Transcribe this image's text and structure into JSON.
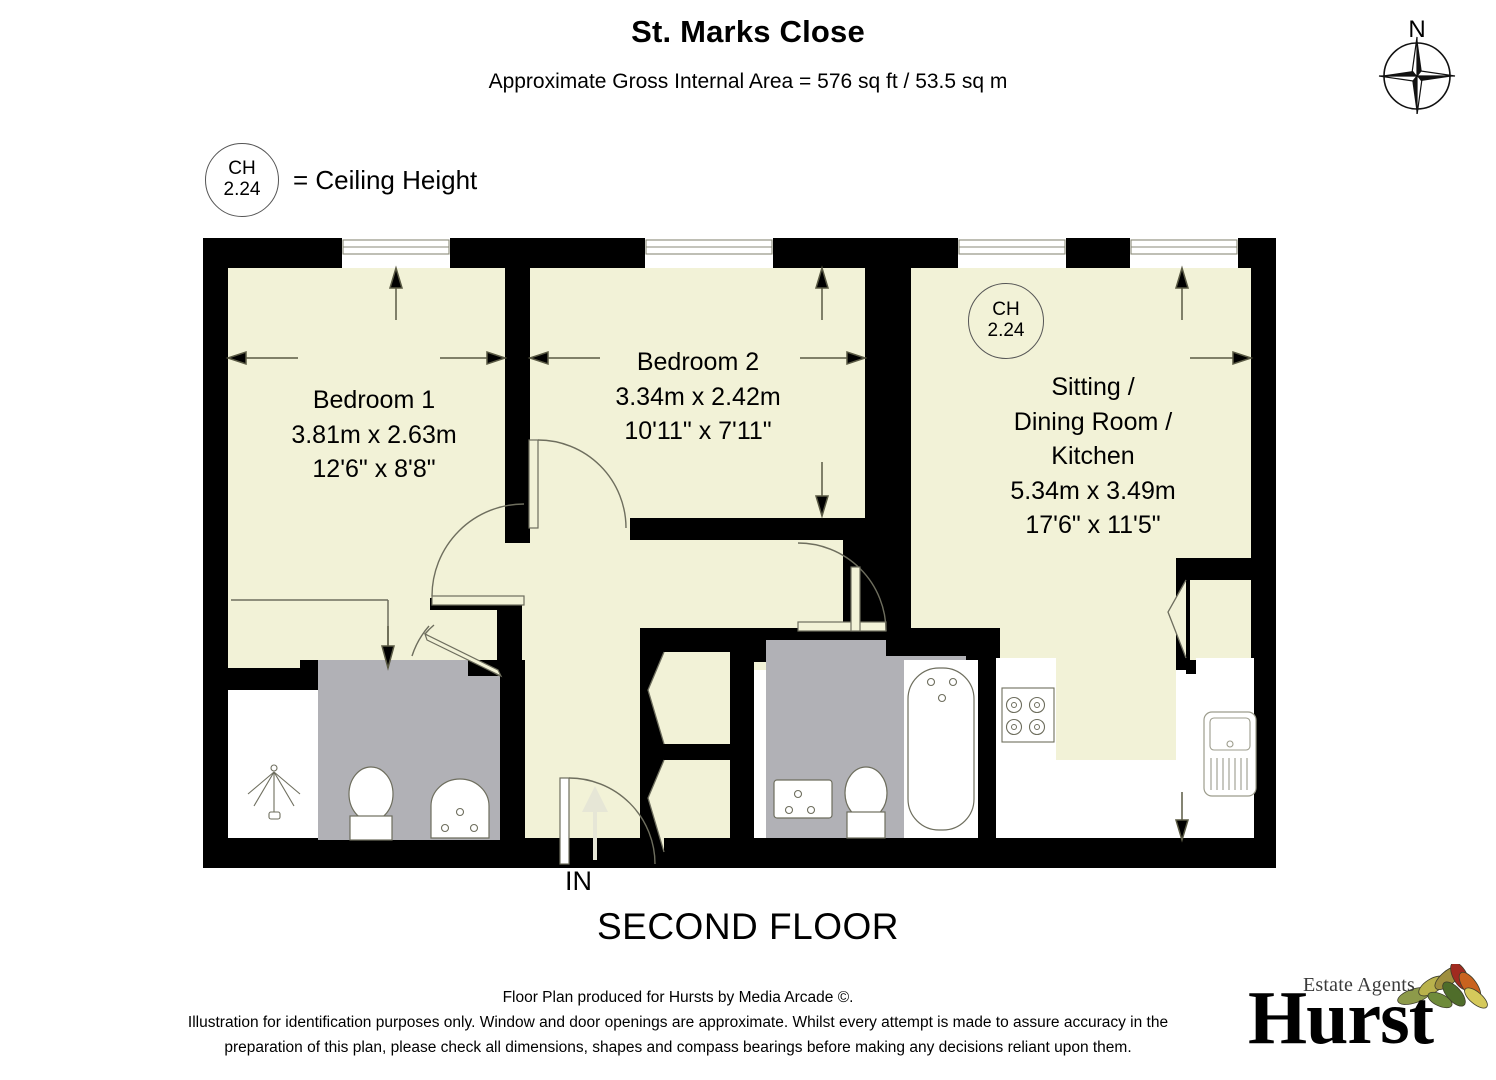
{
  "header": {
    "title": "St. Marks Close",
    "subtitle": "Approximate Gross Internal Area = 576 sq ft / 53.5 sq m"
  },
  "compass": {
    "north_label": "N",
    "icon": "compass-rose-icon"
  },
  "legend": {
    "badge_line1": "CH",
    "badge_line2": "2.24",
    "text": "= Ceiling Height"
  },
  "rooms": [
    {
      "id": "bedroom-1",
      "name": "Bedroom 1",
      "metric": "3.81m x 2.63m",
      "imperial": "12'6\" x 8'8\""
    },
    {
      "id": "bedroom-2",
      "name": "Bedroom 2",
      "metric": "3.34m x 2.42m",
      "imperial": "10'11\" x 7'11\""
    },
    {
      "id": "sitting-dining-kitchen",
      "name_line1": "Sitting /",
      "name_line2": "Dining Room /",
      "name_line3": "Kitchen",
      "metric": "5.34m x 3.49m",
      "imperial": "17'6\" x 11'5\""
    }
  ],
  "ceiling_height_badge": {
    "line1": "CH",
    "line2": "2.24"
  },
  "plan": {
    "entrance_label": "IN",
    "floor_label": "SECOND FLOOR",
    "colors": {
      "wall": "#000000",
      "room_fill": "#F2F2D7",
      "bathroom_floor": "#B1B1B6",
      "fixture_stroke": "#6e6e5e",
      "window_stroke": "#8a8a78",
      "white": "#ffffff"
    },
    "fixtures": [
      "shower-icon",
      "toilet-icon",
      "basin-icon",
      "bath-icon",
      "hob-icon",
      "sink-icon"
    ]
  },
  "footer": {
    "line1": "Floor Plan produced for Hursts by Media Arcade ©.",
    "line2": "Illustration for identification purposes only. Window and door openings are approximate. Whilst every attempt is made to assure accuracy in the",
    "line3": "preparation of this plan, please check all dimensions, shapes and compass bearings before making any decisions reliant upon them."
  },
  "logo": {
    "brand": "Hurst",
    "tagline": "Estate Agents",
    "leaf_colors": [
      "#7a8c3c",
      "#b8b049",
      "#9c2a20",
      "#c8601f",
      "#4e6b2a",
      "#d4c85a"
    ]
  }
}
